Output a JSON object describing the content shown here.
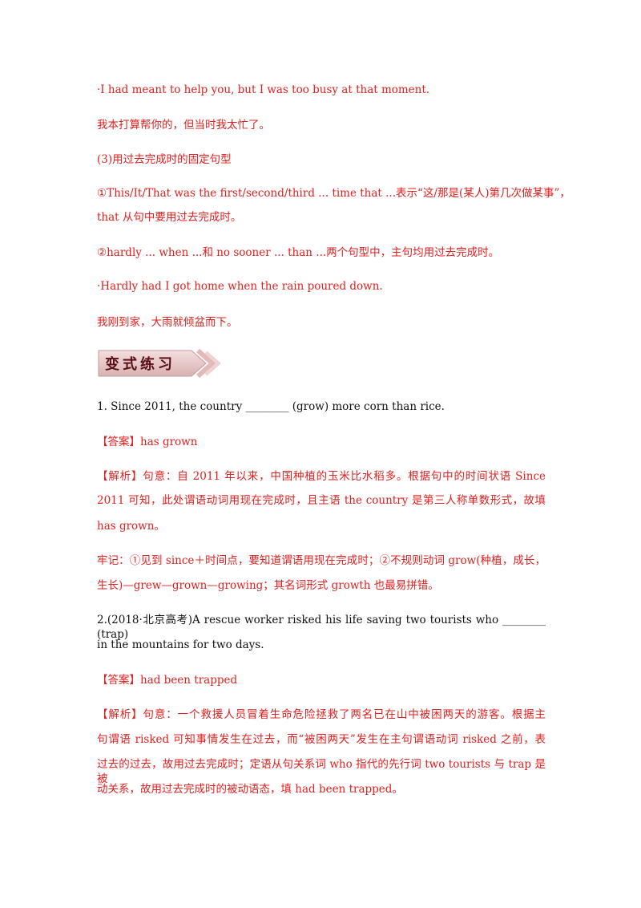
{
  "content": {
    "p1": "·I had meant to help you, but I was too busy at that moment.",
    "p2": "我本打算帮你的，但当时我太忙了。",
    "p3": "(3)用过去完成时的固定句型",
    "p4a": "①This/It/That was the first/second/third ... time that ...表示“这/那是(某人)第几次做某事”，",
    "p4b": "that 从句中要用过去完成时。",
    "p5": "②hardly ... when ...和 no sooner ... than ...两个句型中，主句均用过去完成时。",
    "p6": "·Hardly had I got home when the rain poured down.",
    "p7": "我刚到家，大雨就倾盆而下。"
  },
  "section": {
    "title": "变式练习"
  },
  "exercises": {
    "q1": "1.  Since 2011, the country ________ (grow) more corn than rice.",
    "a1": "【答案】has grown",
    "e1a": "【解析】句意：自 2011 年以来，中国种植的玉米比水稻多。根据句中的时间状语 Since",
    "e1b": "2011 可知，此处谓语动词用现在完成时，且主语 the country 是第三人称单数形式，故填",
    "e1c": "has grown。",
    "n1a": "牢记：①见到 since＋时间点，要知道谓语用现在完成时；②不规则动词 grow(种植，成长，",
    "n1b": "生长)—grew—grown—growing；其名词形式 growth 也最易拼错。",
    "q2a": "2.(2018·北京高考)A  rescue  worker  risked  his  life  saving  two  tourists  who  ________  (trap)",
    "q2b": "in  the  mountains  for  two  days.",
    "a2": "【答案】had been trapped",
    "e2a": "【解析】句意：一个救援人员冒着生命危险拯救了两名已在山中被困两天的游客。根据主",
    "e2b": "句谓语 risked 可知事情发生在过去，而“被困两天”发生在主句谓语动词 risked 之前，表",
    "e2c": "过去的过去，故用过去完成时；定语从句关系词 who 指代的先行词 two tourists 与 trap 是被",
    "e2d": "动关系，故用过去完成时的被动语态，填 had been trapped。"
  },
  "colors": {
    "answer_red": "#e0201f",
    "text_black": "#111111",
    "banner_dark": "#5a1018"
  }
}
